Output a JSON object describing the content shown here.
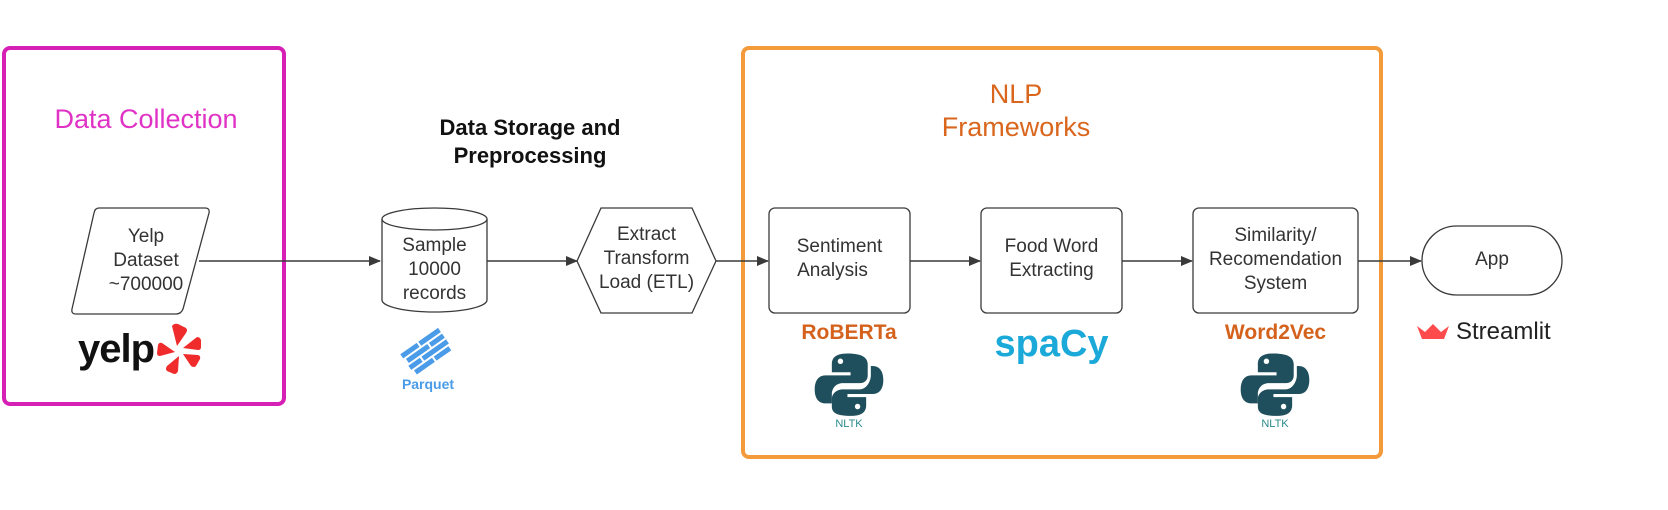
{
  "colors": {
    "collection_border": "#d61fb4",
    "collection_title": "#e033c6",
    "nlp_border": "#f39a3a",
    "nlp_title": "#d9661c",
    "model_label": "#d5621c",
    "spacy": "#1aa9d8",
    "python_logo": "#1f4f5c",
    "yelp_burst": "#ef2b2b",
    "streamlit": "#ff4b4b",
    "parquet": "#4a9be8",
    "node_border": "#3a3a3a",
    "arrow": "#3a3a3a"
  },
  "sections": {
    "data_collection": {
      "title": "Data Collection"
    },
    "storage": {
      "title_line1": "Data Storage and",
      "title_line2": "Preprocessing"
    },
    "nlp": {
      "title_line1": "NLP",
      "title_line2": "Frameworks"
    }
  },
  "nodes": {
    "yelp_dataset": {
      "line1": "Yelp",
      "line2": "Dataset",
      "line3": "~700000"
    },
    "sample": {
      "line1": "Sample",
      "line2": "10000",
      "line3": "records"
    },
    "etl": {
      "line1": "Extract",
      "line2": "Transform",
      "line3": "Load (ETL)"
    },
    "sentiment": {
      "line1": "Sentiment",
      "line2": "Analysis"
    },
    "food_word": {
      "line1": "Food Word",
      "line2": "Extracting"
    },
    "similarity": {
      "line1": "Similarity/",
      "line2": "Recomendation",
      "line3": "System"
    },
    "app": {
      "label": "App"
    }
  },
  "logos": {
    "yelp": {
      "text": "yelp",
      "icon": "yelp-burst-icon"
    },
    "parquet": {
      "text": "Parquet",
      "icon": "parquet-icon"
    },
    "roberta": {
      "text": "RoBERTa"
    },
    "nltk_1": {
      "text": "NLTK",
      "icon": "python-icon"
    },
    "spacy": {
      "text": "spaCy"
    },
    "word2vec": {
      "text": "Word2Vec"
    },
    "nltk_2": {
      "text": "NLTK",
      "icon": "python-icon"
    },
    "streamlit": {
      "text": "Streamlit",
      "icon": "streamlit-crown-icon"
    }
  }
}
